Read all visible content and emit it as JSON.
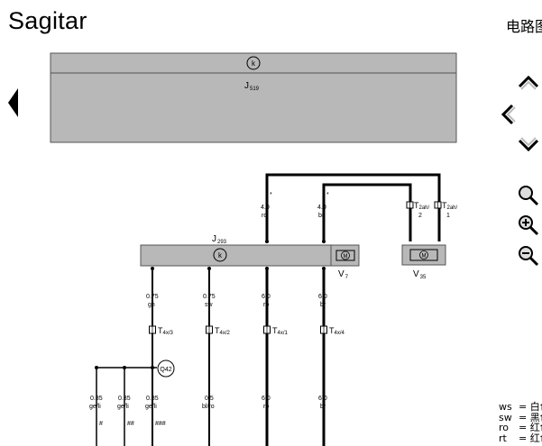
{
  "header": {
    "title": "Sagitar",
    "section_label": "电路图"
  },
  "modules": {
    "j519": {
      "label": "J",
      "sub": "519"
    },
    "j293": {
      "label": "J",
      "sub": "293"
    }
  },
  "components": {
    "v7": {
      "label": "V",
      "sub": "7"
    },
    "v35": {
      "label": "V",
      "sub": "35"
    }
  },
  "connectors": {
    "t2ah2": {
      "label": "T",
      "sub": "2ah/",
      "pin": "2"
    },
    "t2ah1": {
      "label": "T",
      "sub": "2ah/",
      "pin": "1"
    },
    "t4x3": {
      "label": "T",
      "sub": "4x/3"
    },
    "t4x2": {
      "label": "T",
      "sub": "4x/2"
    },
    "t4x1": {
      "label": "T",
      "sub": "4x/1"
    },
    "t4x4": {
      "label": "T",
      "sub": "4x/4"
    }
  },
  "junction": {
    "label": "Q42"
  },
  "wires_top": [
    {
      "size": "4.0",
      "color": "ro",
      "mark": "*"
    },
    {
      "size": "4.0",
      "color": "br",
      "mark": "*"
    }
  ],
  "wires_mid": [
    {
      "size": "0.75",
      "color": "gn"
    },
    {
      "size": "0.75",
      "color": "sw"
    },
    {
      "size": "6.0",
      "color": "ro"
    },
    {
      "size": "6.0",
      "color": "br"
    }
  ],
  "wires_bottom": [
    {
      "size": "0.35",
      "color": "ge/li",
      "mark": "#"
    },
    {
      "size": "0.35",
      "color": "ge/li",
      "mark": "##"
    },
    {
      "size": "0.35",
      "color": "ge/li",
      "mark": "###"
    },
    {
      "size": "0.5",
      "color": "bl/ro",
      "mark": ""
    },
    {
      "size": "6.0",
      "color": "ro",
      "mark": ""
    },
    {
      "size": "6.0",
      "color": "br",
      "mark": ""
    }
  ],
  "legend": [
    {
      "code": "ws",
      "text": "白色"
    },
    {
      "code": "sw",
      "text": "黑色"
    },
    {
      "code": "ro",
      "text": "红色"
    },
    {
      "code": "rt",
      "text": "红色"
    }
  ],
  "colors": {
    "module_fill": "#b8b8b8",
    "wire": "#000000"
  },
  "icons": {
    "back": "triangle-left-icon",
    "up": "chevron-up-icon",
    "left": "chevron-left-icon",
    "down": "chevron-down-icon",
    "search": "magnifier-icon",
    "zoom_in": "zoom-in-icon",
    "zoom_out": "zoom-out-icon"
  }
}
